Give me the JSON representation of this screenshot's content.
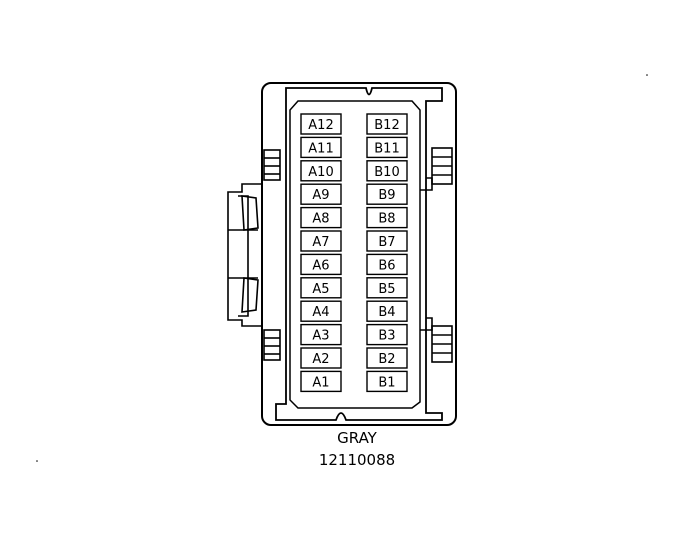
{
  "connector": {
    "color_label": "GRAY",
    "part_number": "12110088",
    "pins_a": [
      "A12",
      "A11",
      "A10",
      "A9",
      "A8",
      "A7",
      "A6",
      "A5",
      "A4",
      "A3",
      "A2",
      "A1"
    ],
    "pins_b": [
      "B12",
      "B11",
      "B10",
      "B9",
      "B8",
      "B7",
      "B6",
      "B5",
      "B4",
      "B3",
      "B2",
      "B1"
    ]
  }
}
